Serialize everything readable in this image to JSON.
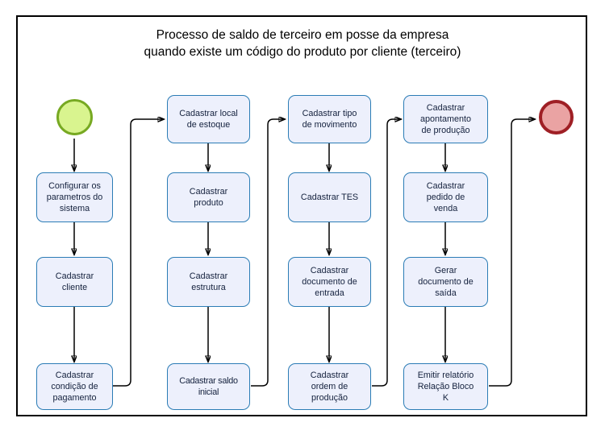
{
  "diagram": {
    "title": "Processo de saldo de terceiro em posse da empresa\nquando existe um código do produto por cliente (terceiro)",
    "colors": {
      "node_fill": "#edf0fc",
      "node_border": "#2b7cb5",
      "node_text": "#14213d",
      "start_fill": "#d9f48f",
      "start_border": "#77a922",
      "end_fill": "#eaa3a3",
      "end_border": "#9f1f25",
      "connector": "#000000",
      "frame_border": "#000000",
      "background": "#ffffff"
    },
    "start_node": {
      "label": "",
      "shape": "circle",
      "name": "start-event"
    },
    "end_node": {
      "label": "",
      "shape": "circle",
      "name": "end-event"
    },
    "columns": [
      {
        "name": "column-1",
        "nodes": [
          {
            "id": "n1",
            "label": "Configurar os\nparametros do\nsistema"
          },
          {
            "id": "n2",
            "label": "Cadastrar\ncliente"
          },
          {
            "id": "n3",
            "label": "Cadastrar\ncondição de\npagamento"
          }
        ]
      },
      {
        "name": "column-2",
        "nodes": [
          {
            "id": "n4",
            "label": "Cadastrar local\nde estoque"
          },
          {
            "id": "n5",
            "label": "Cadastrar\nproduto"
          },
          {
            "id": "n6",
            "label": "Cadastrar\nestrutura"
          },
          {
            "id": "n7",
            "label": "Cadastrar saldo\ninicial"
          }
        ]
      },
      {
        "name": "column-3",
        "nodes": [
          {
            "id": "n8",
            "label": "Cadastrar tipo\nde movimento"
          },
          {
            "id": "n9",
            "label": "Cadastrar TES"
          },
          {
            "id": "n10",
            "label": "Cadastrar\ndocumento de\nentrada"
          },
          {
            "id": "n11",
            "label": "Cadastrar\nordem de\nprodução"
          }
        ]
      },
      {
        "name": "column-4",
        "nodes": [
          {
            "id": "n12",
            "label": "Cadastrar\napontamento\nde produção"
          },
          {
            "id": "n13",
            "label": "Cadastrar\npedido de\nvenda"
          },
          {
            "id": "n14",
            "label": "Gerar\ndocumento de\nsaída"
          },
          {
            "id": "n15",
            "label": "Emitir relatório\nRelação Bloco\nK"
          }
        ]
      }
    ]
  }
}
